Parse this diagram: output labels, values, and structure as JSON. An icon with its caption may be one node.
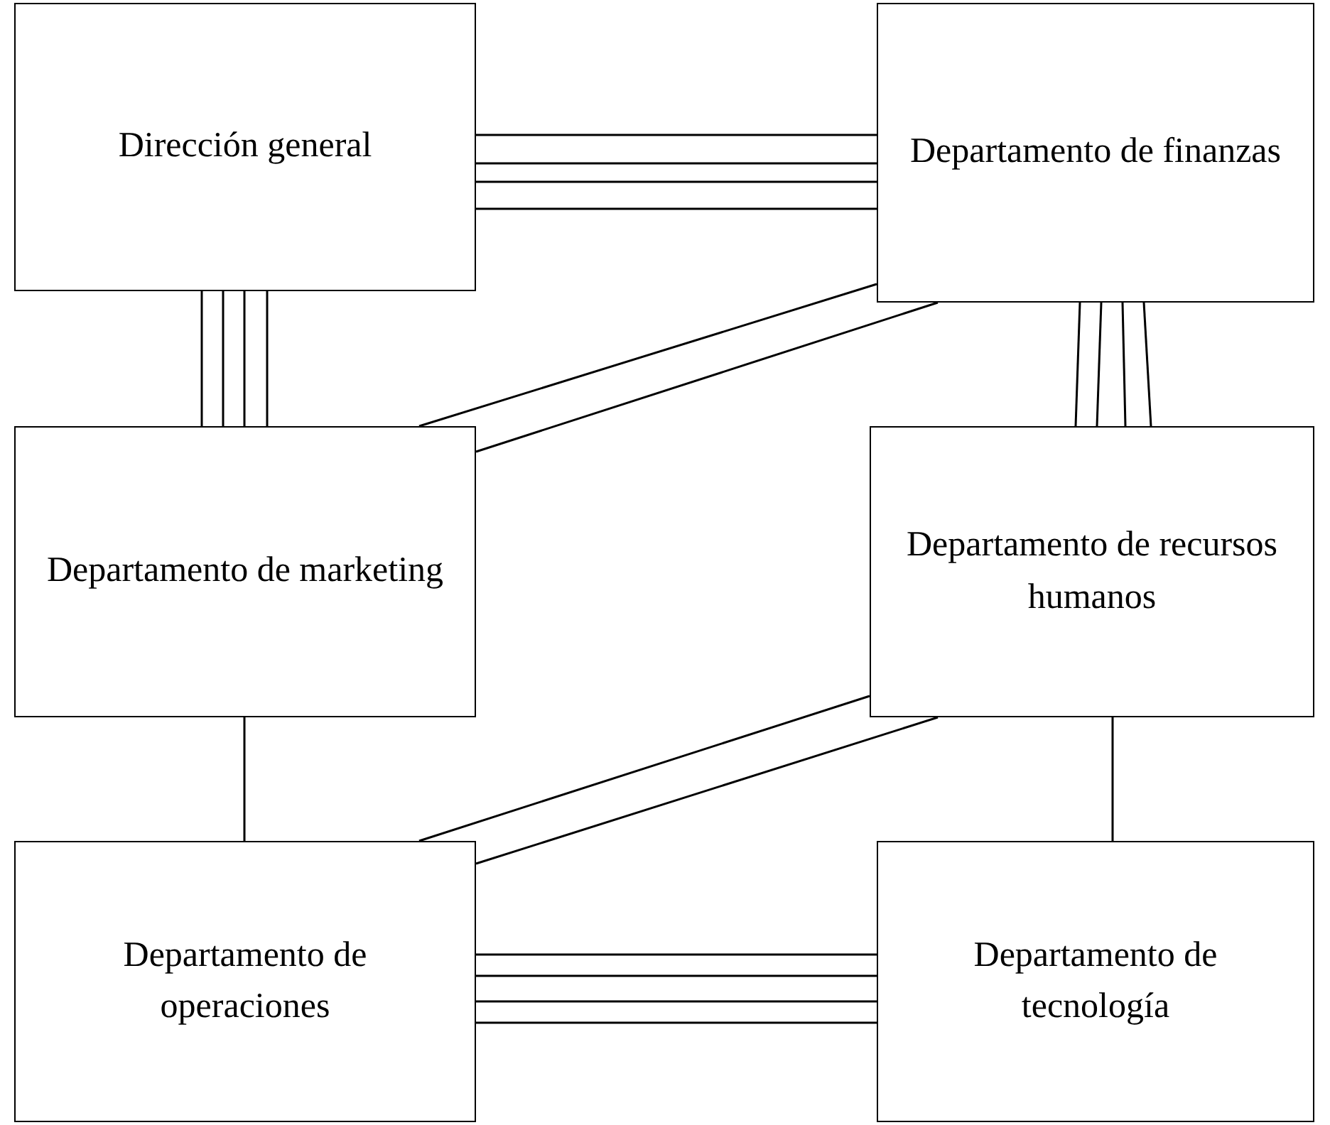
{
  "diagram": {
    "nodes": [
      {
        "text": [
          "Dirección general"
        ]
      },
      {
        "text": [
          "Departamento de finanzas"
        ]
      },
      {
        "text": [
          "Departamento de marketing"
        ]
      },
      {
        "text": [
          "Departamento de recursos humanos"
        ]
      },
      {
        "text": [
          "Departamento de operaciones"
        ]
      },
      {
        "text": [
          "Departamento de tecnología"
        ]
      }
    ],
    "edges": [
      {
        "from": 0,
        "to": 1,
        "arrow": "none"
      },
      {
        "from": 0,
        "to": 1,
        "arrow": "none"
      },
      {
        "from": 0,
        "to": 1,
        "arrow": "none"
      },
      {
        "from": 0,
        "to": 1,
        "arrow": "none"
      },
      {
        "from": 0,
        "to": 2,
        "arrow": "none"
      },
      {
        "from": 0,
        "to": 2,
        "arrow": "none"
      },
      {
        "from": 0,
        "to": 2,
        "arrow": "none"
      },
      {
        "from": 0,
        "to": 2,
        "arrow": "none"
      },
      {
        "from": 1,
        "to": 2,
        "arrow": "none"
      },
      {
        "from": 1,
        "to": 2,
        "arrow": "none"
      },
      {
        "from": 1,
        "to": 3,
        "arrow": "none"
      },
      {
        "from": 1,
        "to": 3,
        "arrow": "none"
      },
      {
        "from": 1,
        "to": 3,
        "arrow": "none"
      },
      {
        "from": 1,
        "to": 3,
        "arrow": "none"
      },
      {
        "from": 2,
        "to": 4,
        "arrow": "none"
      },
      {
        "from": 3,
        "to": 4,
        "arrow": "none"
      },
      {
        "from": 3,
        "to": 4,
        "arrow": "none"
      },
      {
        "from": 3,
        "to": 5,
        "arrow": "none"
      },
      {
        "from": 4,
        "to": 5,
        "arrow": "none"
      },
      {
        "from": 4,
        "to": 5,
        "arrow": "none"
      },
      {
        "from": 4,
        "to": 5,
        "arrow": "none"
      },
      {
        "from": 4,
        "to": 5,
        "arrow": "none"
      }
    ]
  }
}
